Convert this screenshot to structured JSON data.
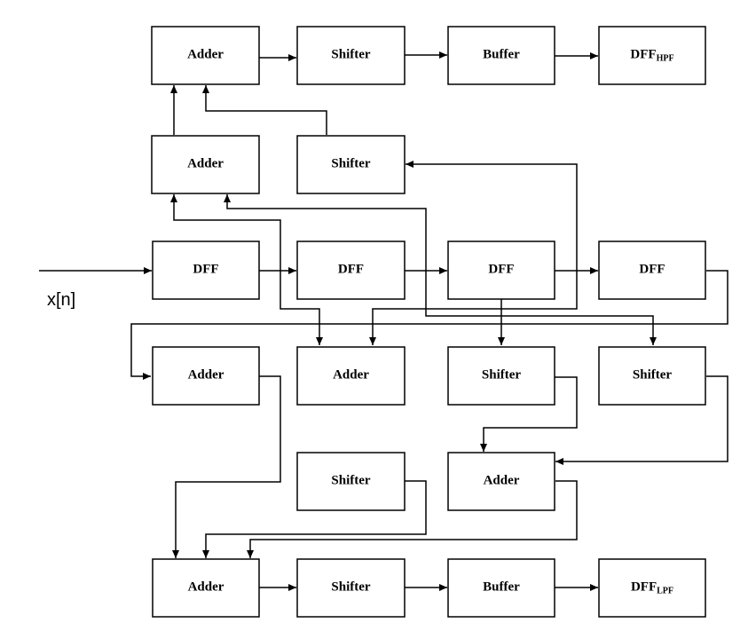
{
  "diagram": {
    "input_label": "x[n]",
    "blocks": {
      "hpf_adder_top": {
        "label": "Adder",
        "sub": ""
      },
      "hpf_shifter_top": {
        "label": "Shifter",
        "sub": ""
      },
      "hpf_buffer": {
        "label": "Buffer",
        "sub": ""
      },
      "hpf_output": {
        "label": "DFF",
        "sub": "HPF"
      },
      "hpf_adder_mid": {
        "label": "Adder",
        "sub": ""
      },
      "hpf_shifter_mid": {
        "label": "Shifter",
        "sub": ""
      },
      "dff_1": {
        "label": "DFF",
        "sub": ""
      },
      "dff_2": {
        "label": "DFF",
        "sub": ""
      },
      "dff_3": {
        "label": "DFF",
        "sub": ""
      },
      "dff_4": {
        "label": "DFF",
        "sub": ""
      },
      "lpf_adder_a": {
        "label": "Adder",
        "sub": ""
      },
      "lpf_adder_b": {
        "label": "Adder",
        "sub": ""
      },
      "lpf_shifter_a": {
        "label": "Shifter",
        "sub": ""
      },
      "lpf_shifter_b": {
        "label": "Shifter",
        "sub": ""
      },
      "lpf_shifter_c": {
        "label": "Shifter",
        "sub": ""
      },
      "lpf_adder_c": {
        "label": "Adder",
        "sub": ""
      },
      "lpf_adder_final": {
        "label": "Adder",
        "sub": ""
      },
      "lpf_shifter_final": {
        "label": "Shifter",
        "sub": ""
      },
      "lpf_buffer": {
        "label": "Buffer",
        "sub": ""
      },
      "lpf_output": {
        "label": "DFF",
        "sub": "LPF"
      }
    }
  }
}
